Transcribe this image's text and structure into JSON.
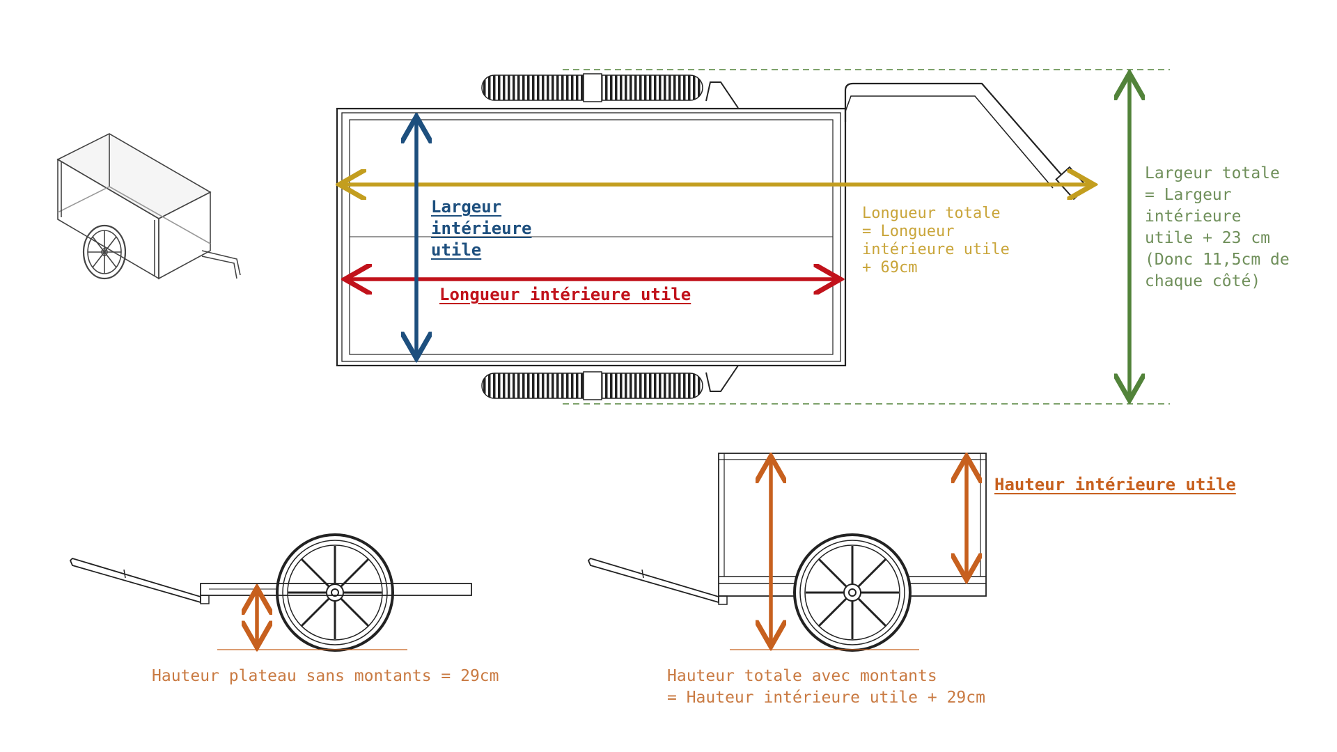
{
  "colors": {
    "blue": "#1d4f7e",
    "gold": "#c39e1f",
    "red": "#c1121b",
    "green": "#52833a",
    "orange": "#c7601e",
    "orange_text": "#c97a42",
    "gold_text": "#c9a53a",
    "green_text": "#6f8f5a"
  },
  "labels": {
    "largeur_interieure": "Largeur\nintérieure\nutile",
    "longueur_interieure": "Longueur intérieure utile",
    "longueur_totale": "Longueur totale\n= Longueur\nintérieure utile\n+ 69cm",
    "largeur_totale": "Largeur totale\n= Largeur\nintérieure\nutile + 23 cm\n(Donc 11,5cm de\nchaque côté)",
    "hauteur_interieure": "Hauteur intérieure utile",
    "hauteur_plateau": "Hauteur plateau sans montants = 29cm",
    "hauteur_totale": "Hauteur totale avec montants\n= Hauteur intérieure utile + 29cm"
  },
  "icons": {
    "iso_view": "trailer-isometric-icon",
    "top_view": "trailer-top-view-icon",
    "flat_side": "flatbed-side-view-icon",
    "box_side": "box-trailer-side-view-icon"
  }
}
